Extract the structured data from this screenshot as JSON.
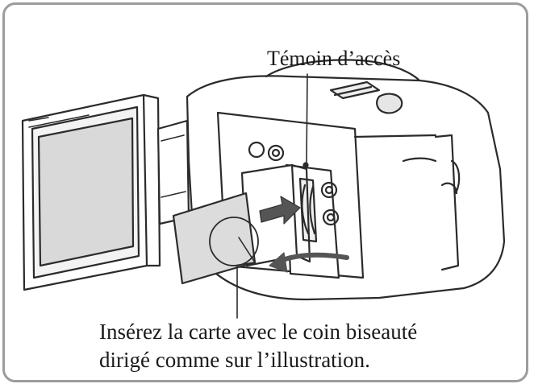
{
  "diagram": {
    "callout_access_light": "Témoin d’accès",
    "caption": {
      "line1": "Insérez la carte avec le coin biseauté",
      "line2": "dirigé comme sur l’illustration."
    }
  },
  "colors": {
    "frame_border": "#9c9c9c",
    "line_art": "#2b2b2b",
    "card_fill": "#dcdcdc",
    "screen_fill": "#d9d9d9",
    "arrow_fill": "#555555"
  }
}
